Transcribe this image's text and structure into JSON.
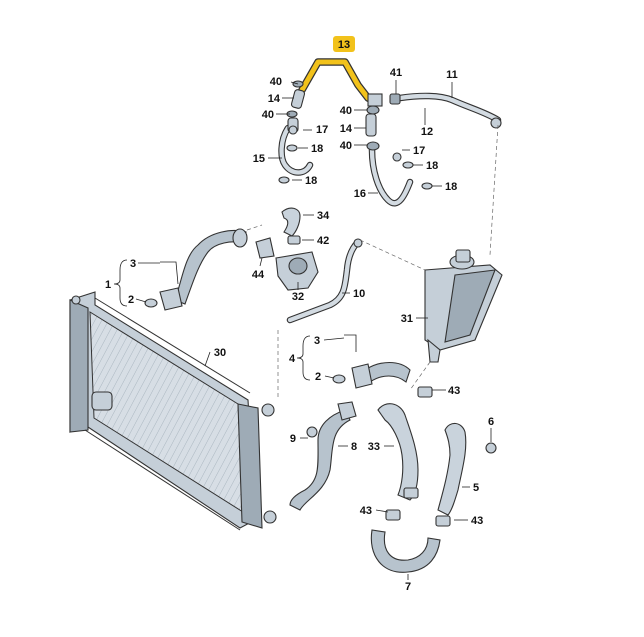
{
  "diagram": {
    "highlighted_callout": "13",
    "highlight_color": "#f2c21b",
    "line_color": "#333333",
    "part_fill": "#c9d3dc",
    "callouts": {
      "c1": "1",
      "c2a": "2",
      "c2b": "2",
      "c3a": "3",
      "c3b": "3",
      "c4": "4",
      "c5": "5",
      "c6": "6",
      "c7": "7",
      "c8": "8",
      "c9": "9",
      "c10": "10",
      "c11": "11",
      "c12": "12",
      "c13": "13",
      "c14a": "14",
      "c14b": "14",
      "c15": "15",
      "c16": "16",
      "c17a": "17",
      "c17b": "17",
      "c18a": "18",
      "c18b": "18",
      "c18c": "18",
      "c18d": "18",
      "c30": "30",
      "c31": "31",
      "c32": "32",
      "c33": "33",
      "c34": "34",
      "c40a": "40",
      "c40b": "40",
      "c40c": "40",
      "c40d": "40",
      "c41": "41",
      "c42": "42",
      "c43a": "43",
      "c43b": "43",
      "c43c": "43",
      "c44": "44"
    }
  }
}
